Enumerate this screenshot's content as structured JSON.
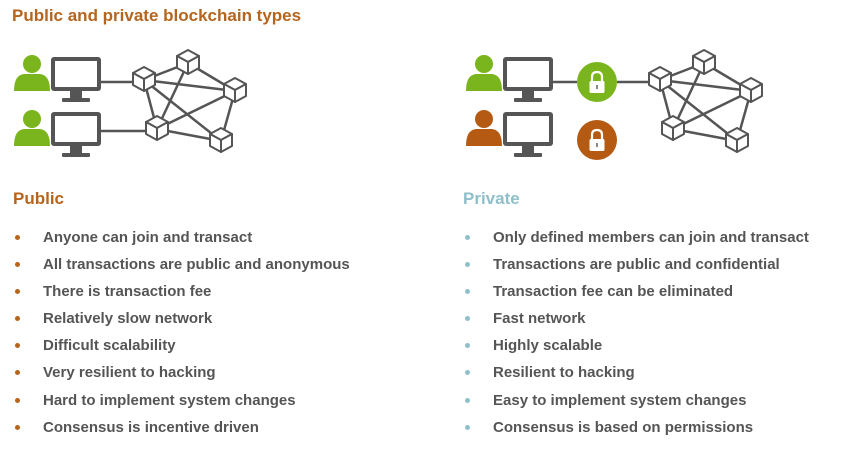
{
  "title": "Public and private blockchain types",
  "colors": {
    "title": "#b5651d",
    "public_accent": "#b5651d",
    "private_accent": "#8fbfc9",
    "user_green": "#7ab51d",
    "user_brown": "#b55a12",
    "body_text": "#555555",
    "icon_grey": "#555555"
  },
  "public": {
    "heading": "Public",
    "icons": [
      "user-icon",
      "computer-icon",
      "network-cube-icon"
    ],
    "items": [
      "Anyone can join and transact",
      "All transactions are public and anonymous",
      "There is transaction fee",
      "Relatively slow network",
      "Difficult scalability",
      "Very resilient to hacking",
      "Hard to implement system changes",
      "Consensus is incentive driven"
    ]
  },
  "private": {
    "heading": "Private",
    "icons": [
      "user-icon",
      "computer-icon",
      "lock-icon",
      "network-cube-icon"
    ],
    "items": [
      "Only defined members can join and transact",
      "Transactions are public and confidential",
      "Transaction fee can be eliminated",
      "Fast network",
      "Highly scalable",
      "Resilient to hacking",
      "Easy to implement system changes",
      "Consensus is based on permissions"
    ]
  }
}
